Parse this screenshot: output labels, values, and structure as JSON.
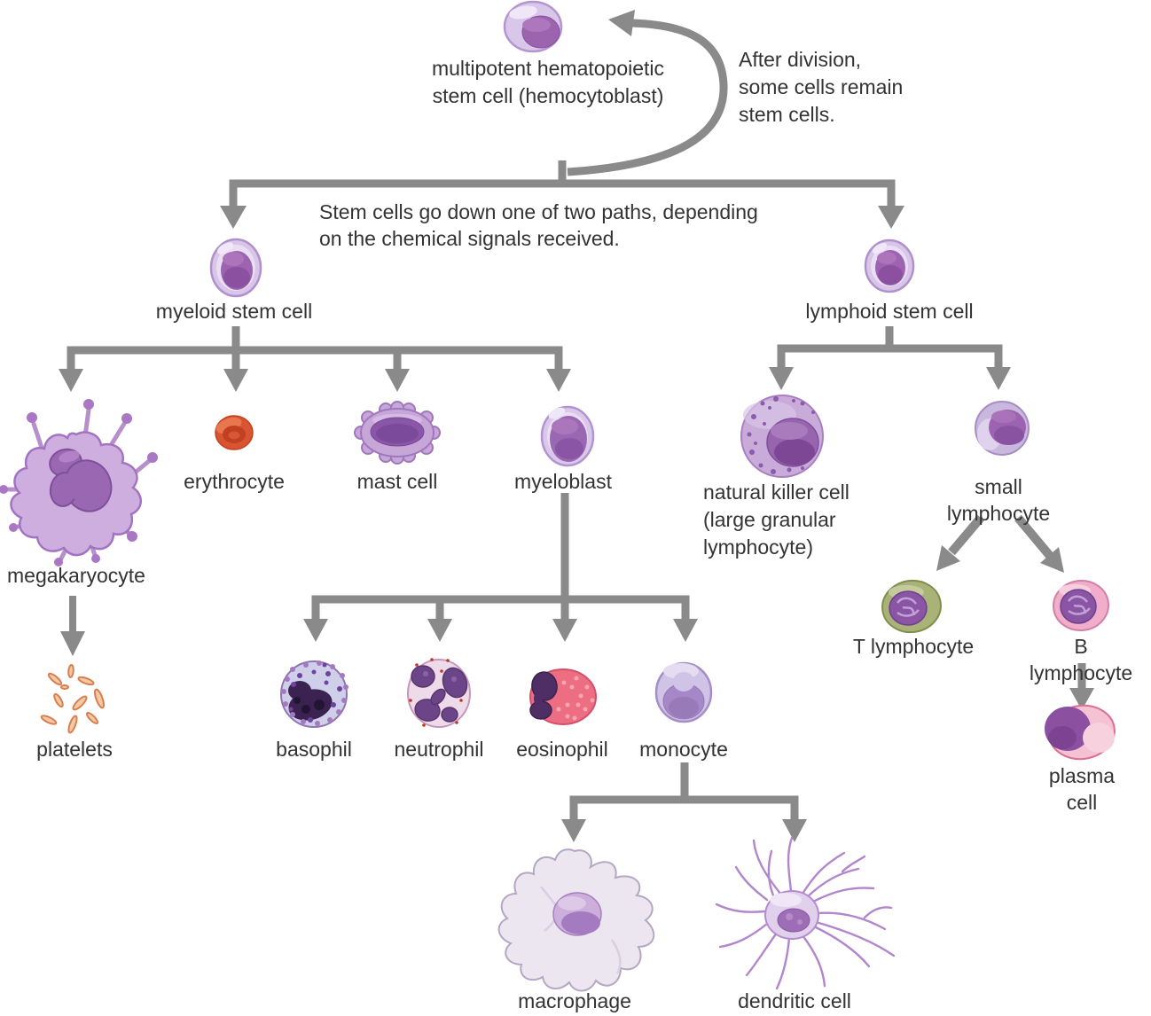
{
  "notes": {
    "after_division": "After division,\nsome cells remain\nstem cells.",
    "two_paths": "Stem cells go down one of two paths, depending\non the chemical signals received."
  },
  "labels": {
    "hemocytoblast": "multipotent hematopoietic\nstem cell (hemocytoblast)",
    "myeloid_stem_cell": "myeloid stem cell",
    "lymphoid_stem_cell": "lymphoid stem cell",
    "megakaryocyte": "megakaryocyte",
    "erythrocyte": "erythrocyte",
    "mast_cell": "mast cell",
    "myeloblast": "myeloblast",
    "platelets": "platelets",
    "basophil": "basophil",
    "neutrophil": "neutrophil",
    "eosinophil": "eosinophil",
    "monocyte": "monocyte",
    "macrophage": "macrophage",
    "dendritic_cell": "dendritic cell",
    "natural_killer_cell": "natural killer cell\n(large granular\nlymphocyte)",
    "small_lymphocyte": "small lymphocyte",
    "t_lymphocyte": "T lymphocyte",
    "b_lymphocyte": "B lymphocyte",
    "plasma_cell": "plasma cell"
  },
  "colors": {
    "arrow_gray": "#8a8a8a",
    "text": "#333333",
    "cell_body_lavender": "#d8c5e8",
    "nucleus_purple": "#9c63ae",
    "erythrocyte_red": "#d95431",
    "eosinophil_pink": "#ed6e81",
    "basophil_dark_nucleus": "#3a2350",
    "t_cell_olive": "#a9b277",
    "b_cell_pink": "#f0aecb",
    "plasma_nucleus_purple": "#8b50a0",
    "platelet_salmon": "#f6c8a6"
  }
}
